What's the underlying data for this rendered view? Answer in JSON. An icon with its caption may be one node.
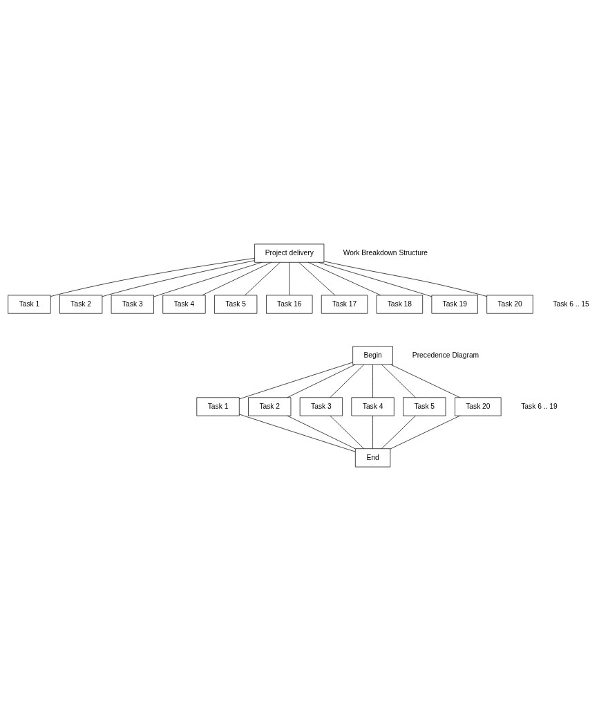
{
  "diagram": {
    "nodes": [
      {
        "text": [
          "Project delivery"
        ]
      },
      {
        "text": [
          "Task 1"
        ]
      },
      {
        "text": [
          "Task 2"
        ]
      },
      {
        "text": [
          "Task 3"
        ]
      },
      {
        "text": [
          "Task 4"
        ]
      },
      {
        "text": [
          "Task 5"
        ]
      },
      {
        "text": [
          "Task 16"
        ]
      },
      {
        "text": [
          "Task 17"
        ]
      },
      {
        "text": [
          "Task 18"
        ]
      },
      {
        "text": [
          "Task 19"
        ]
      },
      {
        "text": [
          "Task 20"
        ]
      },
      {
        "text": [
          "Begin"
        ]
      },
      {
        "text": [
          "Task 1"
        ]
      },
      {
        "text": [
          "Task 2"
        ]
      },
      {
        "text": [
          "Task 3"
        ]
      },
      {
        "text": [
          "Task 4"
        ]
      },
      {
        "text": [
          "Task 5"
        ]
      },
      {
        "text": [
          "Task 20"
        ]
      },
      {
        "text": [
          "End"
        ]
      }
    ],
    "edges": [
      {
        "from": 0,
        "to": 1,
        "arrow": "none"
      },
      {
        "from": 0,
        "to": 2,
        "arrow": "none"
      },
      {
        "from": 0,
        "to": 3,
        "arrow": "none"
      },
      {
        "from": 0,
        "to": 4,
        "arrow": "none"
      },
      {
        "from": 0,
        "to": 5,
        "arrow": "none"
      },
      {
        "from": 0,
        "to": 6,
        "arrow": "none"
      },
      {
        "from": 0,
        "to": 7,
        "arrow": "none"
      },
      {
        "from": 0,
        "to": 8,
        "arrow": "none"
      },
      {
        "from": 0,
        "to": 9,
        "arrow": "none"
      },
      {
        "from": 0,
        "to": 10,
        "arrow": "none"
      },
      {
        "from": 11,
        "to": 12,
        "arrow": "none"
      },
      {
        "from": 11,
        "to": 13,
        "arrow": "none"
      },
      {
        "from": 11,
        "to": 14,
        "arrow": "none"
      },
      {
        "from": 11,
        "to": 15,
        "arrow": "none"
      },
      {
        "from": 11,
        "to": 16,
        "arrow": "none"
      },
      {
        "from": 11,
        "to": 17,
        "arrow": "none"
      },
      {
        "from": 12,
        "to": 18,
        "arrow": "none"
      },
      {
        "from": 13,
        "to": 18,
        "arrow": "none"
      },
      {
        "from": 14,
        "to": 18,
        "arrow": "none"
      },
      {
        "from": 15,
        "to": 18,
        "arrow": "none"
      },
      {
        "from": 16,
        "to": 18,
        "arrow": "none"
      },
      {
        "from": 17,
        "to": 18,
        "arrow": "none"
      }
    ],
    "labels": [
      "Work Breakdown Structure",
      "Task 6 .. 15",
      "Task 6 .. 19",
      "Precedence Diagram"
    ]
  }
}
